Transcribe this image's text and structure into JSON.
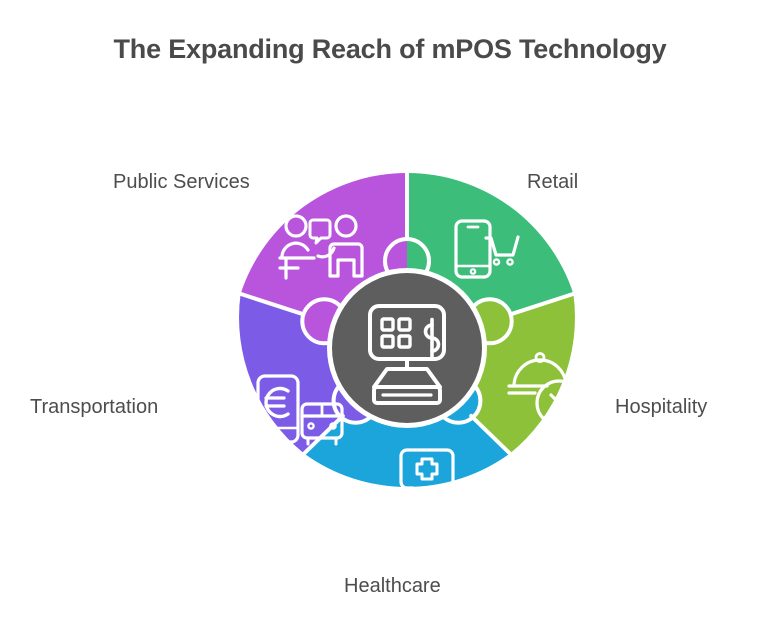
{
  "header": {
    "title": "The Expanding Reach of mPOS Technology"
  },
  "theme": {
    "background": "#ffffff",
    "title_color": "#4a4a4a",
    "label_color": "#4d4d4d",
    "hub_color": "#5e5e5e",
    "gap_color": "#ffffff",
    "icon_stroke": "#ffffff"
  },
  "hub": {
    "icon": "pos-terminal-icon",
    "label": "mPOS terminal",
    "color": "#5e5e5e"
  },
  "chart_data": {
    "type": "pie",
    "title": "The Expanding Reach of mPOS Technology",
    "xlabel": "",
    "ylabel": "",
    "legend_position": "around-segments",
    "categories": [
      "Retail",
      "Hospitality",
      "Healthcare",
      "Transportation",
      "Public Services"
    ],
    "values": [
      20,
      20,
      20,
      20,
      20
    ],
    "colors": [
      "#3cbd7a",
      "#8cc139",
      "#1ca5db",
      "#7c5ce6",
      "#b855dc"
    ]
  },
  "segments": [
    {
      "id": "retail",
      "label": "Retail",
      "color": "#3cbd7a",
      "icon": "smartphone-shopping-cart-icon",
      "label_position": "top-right"
    },
    {
      "id": "hospitality",
      "label": "Hospitality",
      "color": "#8cc139",
      "icon": "serving-cloche-cutlery-icon",
      "label_position": "right"
    },
    {
      "id": "healthcare",
      "label": "Healthcare",
      "color": "#1ca5db",
      "icon": "phone-medical-cross-icon",
      "label_position": "bottom"
    },
    {
      "id": "transportation",
      "label": "Transportation",
      "color": "#7c5ce6",
      "icon": "smartphone-euro-bus-icon",
      "label_position": "left"
    },
    {
      "id": "public_services",
      "label": "Public Services",
      "color": "#b855dc",
      "icon": "service-counter-people-icon",
      "label_position": "top-left"
    }
  ]
}
